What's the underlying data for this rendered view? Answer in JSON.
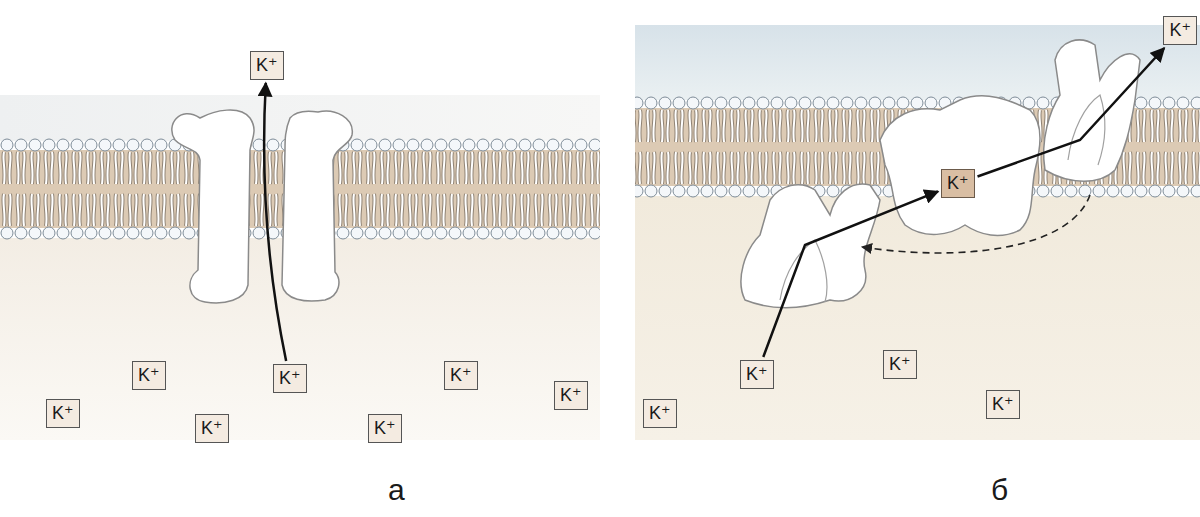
{
  "diagram": {
    "nodes": [
      {
        "text": [
          "K⁺"
        ]
      },
      {
        "text": [
          "K⁺"
        ]
      },
      {
        "text": [
          "K⁺"
        ]
      },
      {
        "text": [
          "K⁺"
        ]
      },
      {
        "text": [
          "K⁺"
        ]
      },
      {
        "text": [
          "K⁺"
        ]
      },
      {
        "text": [
          "K⁺"
        ]
      },
      {
        "text": [
          "K⁺"
        ]
      },
      {
        "text": [
          "K⁺"
        ]
      },
      {
        "text": [
          "K⁺"
        ]
      },
      {
        "text": [
          "K⁺"
        ]
      },
      {
        "text": [
          "K⁺"
        ]
      },
      {
        "text": [
          "K⁺"
        ]
      },
      {
        "text": [
          "K⁺"
        ]
      }
    ],
    "edges": [
      {
        "from": 3,
        "to": 0,
        "arrow": "to"
      },
      {
        "from": 10,
        "to": 9,
        "arrow": "to"
      },
      {
        "from": 9,
        "to": 8,
        "arrow": "to"
      }
    ],
    "labels": [
      "а",
      "б"
    ]
  }
}
